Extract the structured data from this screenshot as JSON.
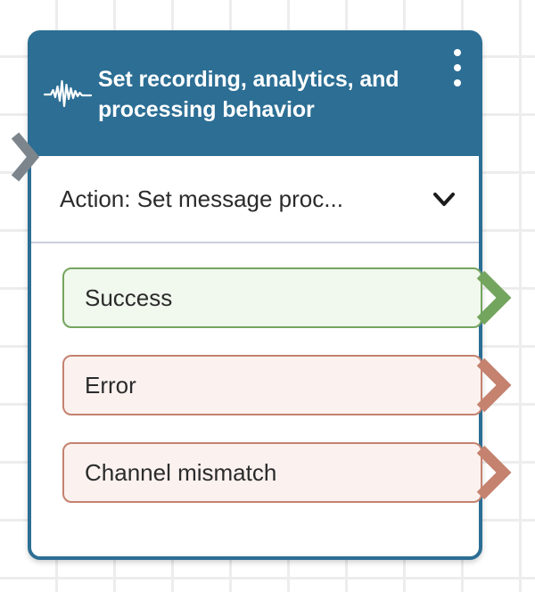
{
  "node": {
    "title": "Set recording, analytics, and processing behavior",
    "icon": "audio-waveform-icon",
    "menu_icon": "kebab-menu-icon",
    "header_color": "#2C6E94",
    "border_color": "#2C6E94",
    "action": {
      "label": "Action: Set message proc...",
      "chevron": "chevron-down-icon"
    },
    "input_connector": {
      "name": "input-connector",
      "color": "#7d858c"
    },
    "outputs": [
      {
        "label": "Success",
        "type": "success",
        "border_color": "#74a55f",
        "fill_color": "#f1f8ee",
        "connector_color": "#74a55f"
      },
      {
        "label": "Error",
        "type": "error",
        "border_color": "#c4826f",
        "fill_color": "#fbf2f0",
        "connector_color": "#c4826f"
      },
      {
        "label": "Channel mismatch",
        "type": "error",
        "border_color": "#c4826f",
        "fill_color": "#fbf2f0",
        "connector_color": "#c4826f"
      }
    ]
  },
  "canvas": {
    "grid_color": "#ededed",
    "background_color": "#ffffff"
  }
}
